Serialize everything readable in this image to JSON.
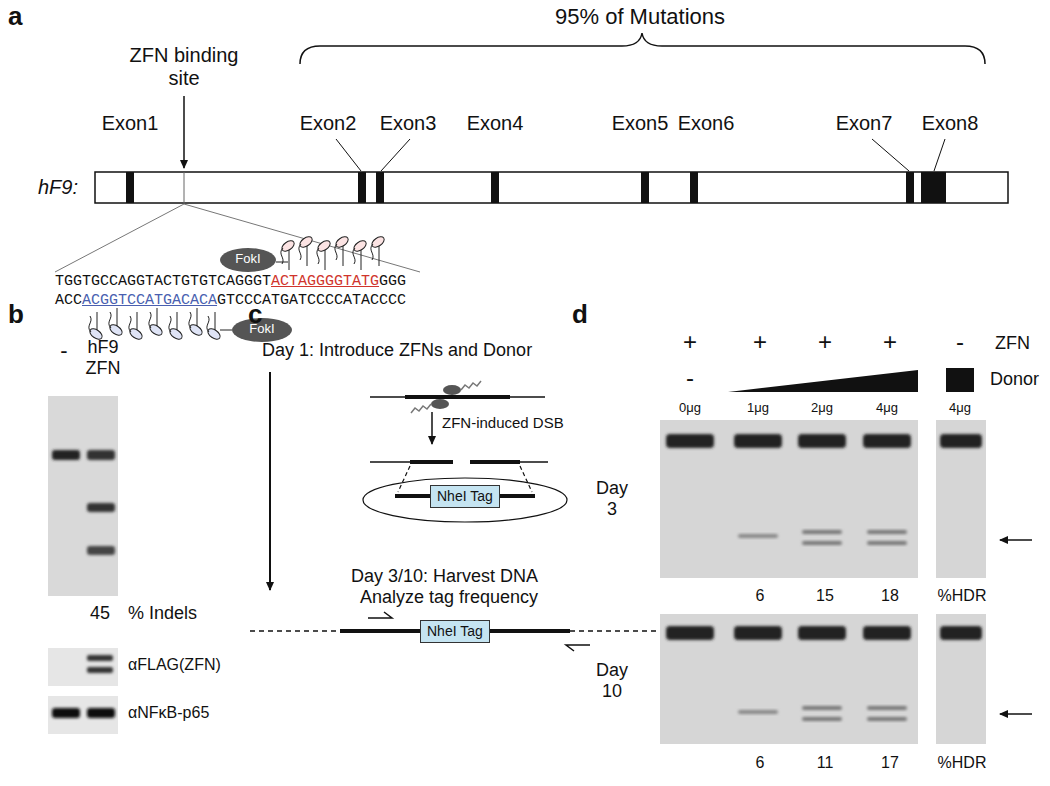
{
  "diagram": {
    "nodes": [
      {
        "text": [
          "NheI Tag"
        ]
      },
      {
        "text": [
          "NheI Tag"
        ]
      }
    ],
    "labels": [
      "a",
      "95% of Mutations",
      "ZFN binding site",
      "Exon1",
      "Exon2",
      "Exon3",
      "Exon4",
      "Exon5",
      "Exon6",
      "Exon7",
      "Exon8",
      "hF9:",
      "FokI",
      "TGGTGCCAGGTACTGTGTCAGGGT",
      "ACTAGGGGTATG",
      "GGG",
      "ACC",
      "ACGGTCCATGACACA",
      "GTCCCATGATCCCCATACCCC",
      "FokI",
      "b",
      "-",
      "hF9 ZFN",
      "45",
      "% Indels",
      "αFLAG(ZFN)",
      "αNFκB-p65",
      "c",
      "Day 1: Introduce ZFNs and Donor",
      "ZFN-induced DSB",
      "Day 3/10: Harvest DNA Analyze tag frequency",
      "d",
      "+",
      "+",
      "+",
      "+",
      "-",
      "ZFN",
      "-",
      "Donor",
      "0μg",
      "1μg",
      "2μg",
      "4μg",
      "4μg",
      "Day 3",
      "6",
      "15",
      "18",
      "%HDR",
      "Day 10",
      "6",
      "11",
      "17",
      "%HDR"
    ]
  }
}
